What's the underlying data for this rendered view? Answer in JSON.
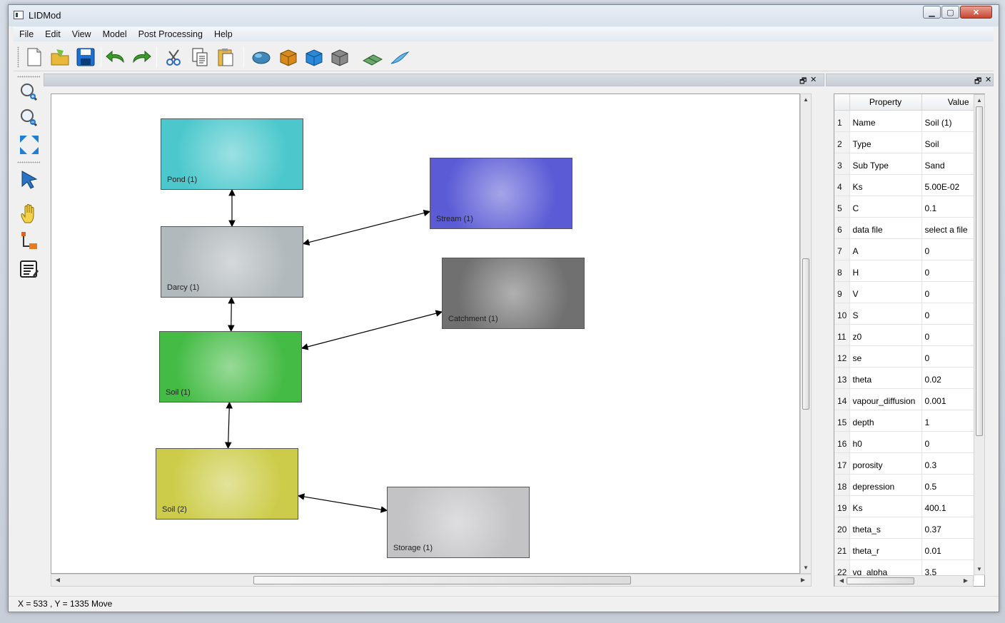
{
  "window": {
    "title": "LIDMod"
  },
  "menu": [
    "File",
    "Edit",
    "View",
    "Model",
    "Post Processing",
    "Help"
  ],
  "toolbar_icons": [
    "new-file-icon",
    "open-folder-icon",
    "save-icon",
    "undo-icon",
    "redo-icon",
    "cut-icon",
    "copy-icon",
    "paste-icon",
    "run-model-icon",
    "block-orange-icon",
    "block-blue-icon",
    "block-gray-icon",
    "grid-icon",
    "wave-icon"
  ],
  "left_tools": [
    "zoom-in-icon",
    "zoom-out-icon",
    "zoom-fit-icon",
    "pointer-icon",
    "pan-hand-icon",
    "connector-icon",
    "properties-list-icon"
  ],
  "dock": {
    "restore_symbol": "🗗",
    "close_symbol": "✕"
  },
  "diagram": {
    "nodes": [
      {
        "id": "pond",
        "label": "Pond (1)",
        "color": "#4cc8cc"
      },
      {
        "id": "stream",
        "label": "Stream (1)",
        "color": "#5b5bd6"
      },
      {
        "id": "darcy",
        "label": "Darcy (1)",
        "color": "#b2b9bc"
      },
      {
        "id": "catchment",
        "label": "Catchment (1)",
        "color": "#707070"
      },
      {
        "id": "soil1",
        "label": "Soil (1)",
        "color": "#44bb44"
      },
      {
        "id": "soil2",
        "label": "Soil (2)",
        "color": "#cccc4a"
      },
      {
        "id": "storage",
        "label": "Storage (1)",
        "color": "#c3c3c6"
      }
    ],
    "links": [
      [
        "pond",
        "darcy"
      ],
      [
        "darcy",
        "stream"
      ],
      [
        "darcy",
        "soil1"
      ],
      [
        "soil1",
        "catchment"
      ],
      [
        "soil1",
        "soil2"
      ],
      [
        "soil2",
        "storage"
      ]
    ]
  },
  "properties": {
    "headers": [
      "",
      "Property",
      "Value"
    ],
    "rows": [
      [
        "1",
        "Name",
        "Soil (1)"
      ],
      [
        "2",
        "Type",
        "Soil"
      ],
      [
        "3",
        "Sub Type",
        "Sand"
      ],
      [
        "4",
        "Ks",
        "5.00E-02"
      ],
      [
        "5",
        "C",
        "0.1"
      ],
      [
        "6",
        "data file",
        "select a file"
      ],
      [
        "7",
        "A",
        "0"
      ],
      [
        "8",
        "H",
        "0"
      ],
      [
        "9",
        "V",
        "0"
      ],
      [
        "10",
        "S",
        "0"
      ],
      [
        "11",
        "z0",
        "0"
      ],
      [
        "12",
        "se",
        "0"
      ],
      [
        "13",
        "theta",
        "0.02"
      ],
      [
        "14",
        "vapour_diffusion",
        "0.001"
      ],
      [
        "15",
        "depth",
        "1"
      ],
      [
        "16",
        "h0",
        "0"
      ],
      [
        "17",
        "porosity",
        "0.3"
      ],
      [
        "18",
        "depression",
        "0.5"
      ],
      [
        "19",
        "Ks",
        "400.1"
      ],
      [
        "20",
        "theta_s",
        "0.37"
      ],
      [
        "21",
        "theta_r",
        "0.01"
      ],
      [
        "22",
        "vg_alpha",
        "3.5"
      ]
    ]
  },
  "status": {
    "text": "X = 533 , Y = 1335 Move"
  }
}
